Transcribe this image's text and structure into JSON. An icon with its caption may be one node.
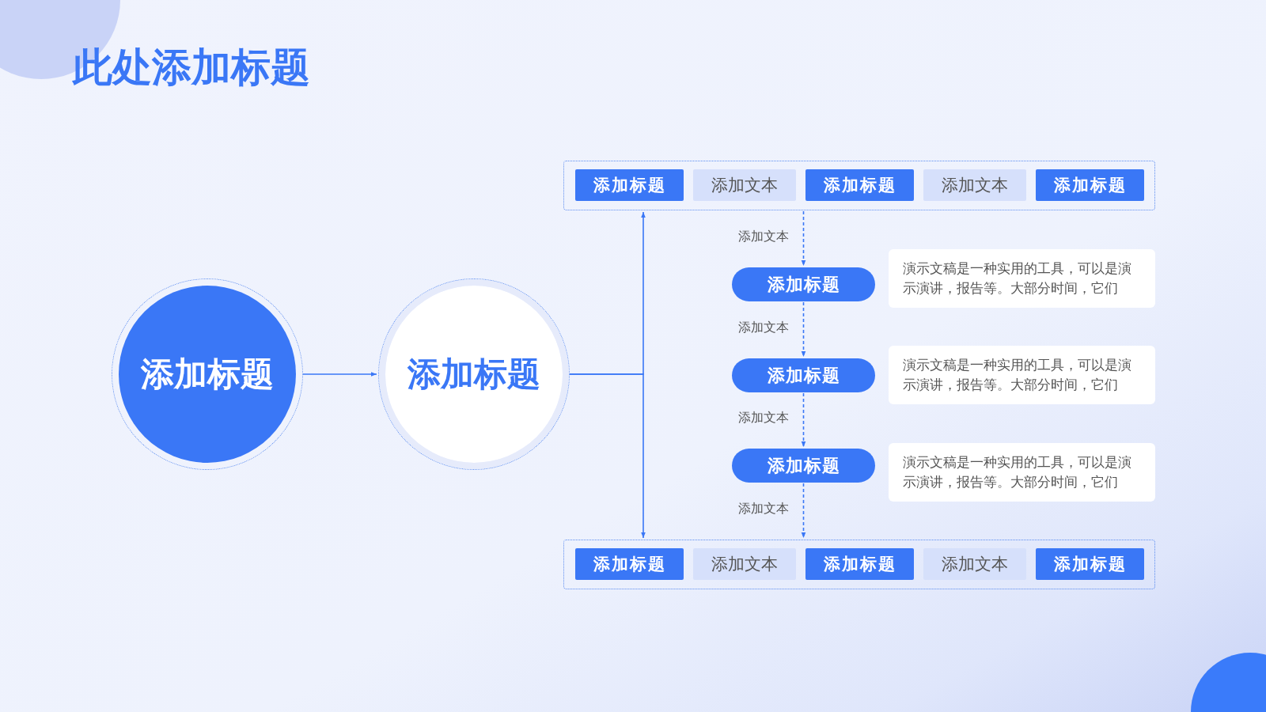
{
  "diagram": {
    "title": "此处添加标题",
    "nodes": [
      {
        "text": [
          "添加标题"
        ]
      },
      {
        "text": [
          "添加标题"
        ]
      },
      {
        "text": [],
        "shape": "box"
      },
      {
        "text": [
          "添加标题"
        ],
        "in": 2
      },
      {
        "text": [
          "添加文本"
        ],
        "in": 2
      },
      {
        "text": [
          "添加标题"
        ],
        "in": 2
      },
      {
        "text": [
          "添加文本"
        ],
        "in": 2
      },
      {
        "text": [
          "添加标题"
        ],
        "in": 2
      },
      {
        "text": [
          "添加标题"
        ]
      },
      {
        "text": [
          "演示文稿是一种实用的工具，可以是演示演讲，报告等。大部分时间，它们"
        ]
      },
      {
        "text": [
          "添加标题"
        ]
      },
      {
        "text": [
          "演示文稿是一种实用的工具，可以是演示演讲，报告等。大部分时间，它们"
        ]
      },
      {
        "text": [
          "添加标题"
        ]
      },
      {
        "text": [
          "演示文稿是一种实用的工具，可以是演示演讲，报告等。大部分时间，它们"
        ]
      },
      {
        "text": [],
        "shape": "box"
      },
      {
        "text": [
          "添加标题"
        ],
        "in": 14
      },
      {
        "text": [
          "添加文本"
        ],
        "in": 14
      },
      {
        "text": [
          "添加标题"
        ],
        "in": 14
      },
      {
        "text": [
          "添加文本"
        ],
        "in": 14
      },
      {
        "text": [
          "添加标题"
        ],
        "in": 14
      }
    ],
    "edges": [
      {
        "from": 0,
        "to": 1,
        "arrow": "to"
      },
      {
        "from": 1,
        "to": 2,
        "arrow": "to"
      },
      {
        "from": 1,
        "to": 14,
        "arrow": "to"
      },
      {
        "from": 2,
        "to": 8,
        "arrow": "to",
        "style": "dashed",
        "label": "添加文本"
      },
      {
        "from": 8,
        "to": 10,
        "arrow": "to",
        "style": "dashed",
        "label": "添加文本"
      },
      {
        "from": 10,
        "to": 12,
        "arrow": "to",
        "style": "dashed",
        "label": "添加文本"
      },
      {
        "from": 12,
        "to": 14,
        "arrow": "to",
        "style": "dashed",
        "label": "添加文本"
      }
    ]
  }
}
